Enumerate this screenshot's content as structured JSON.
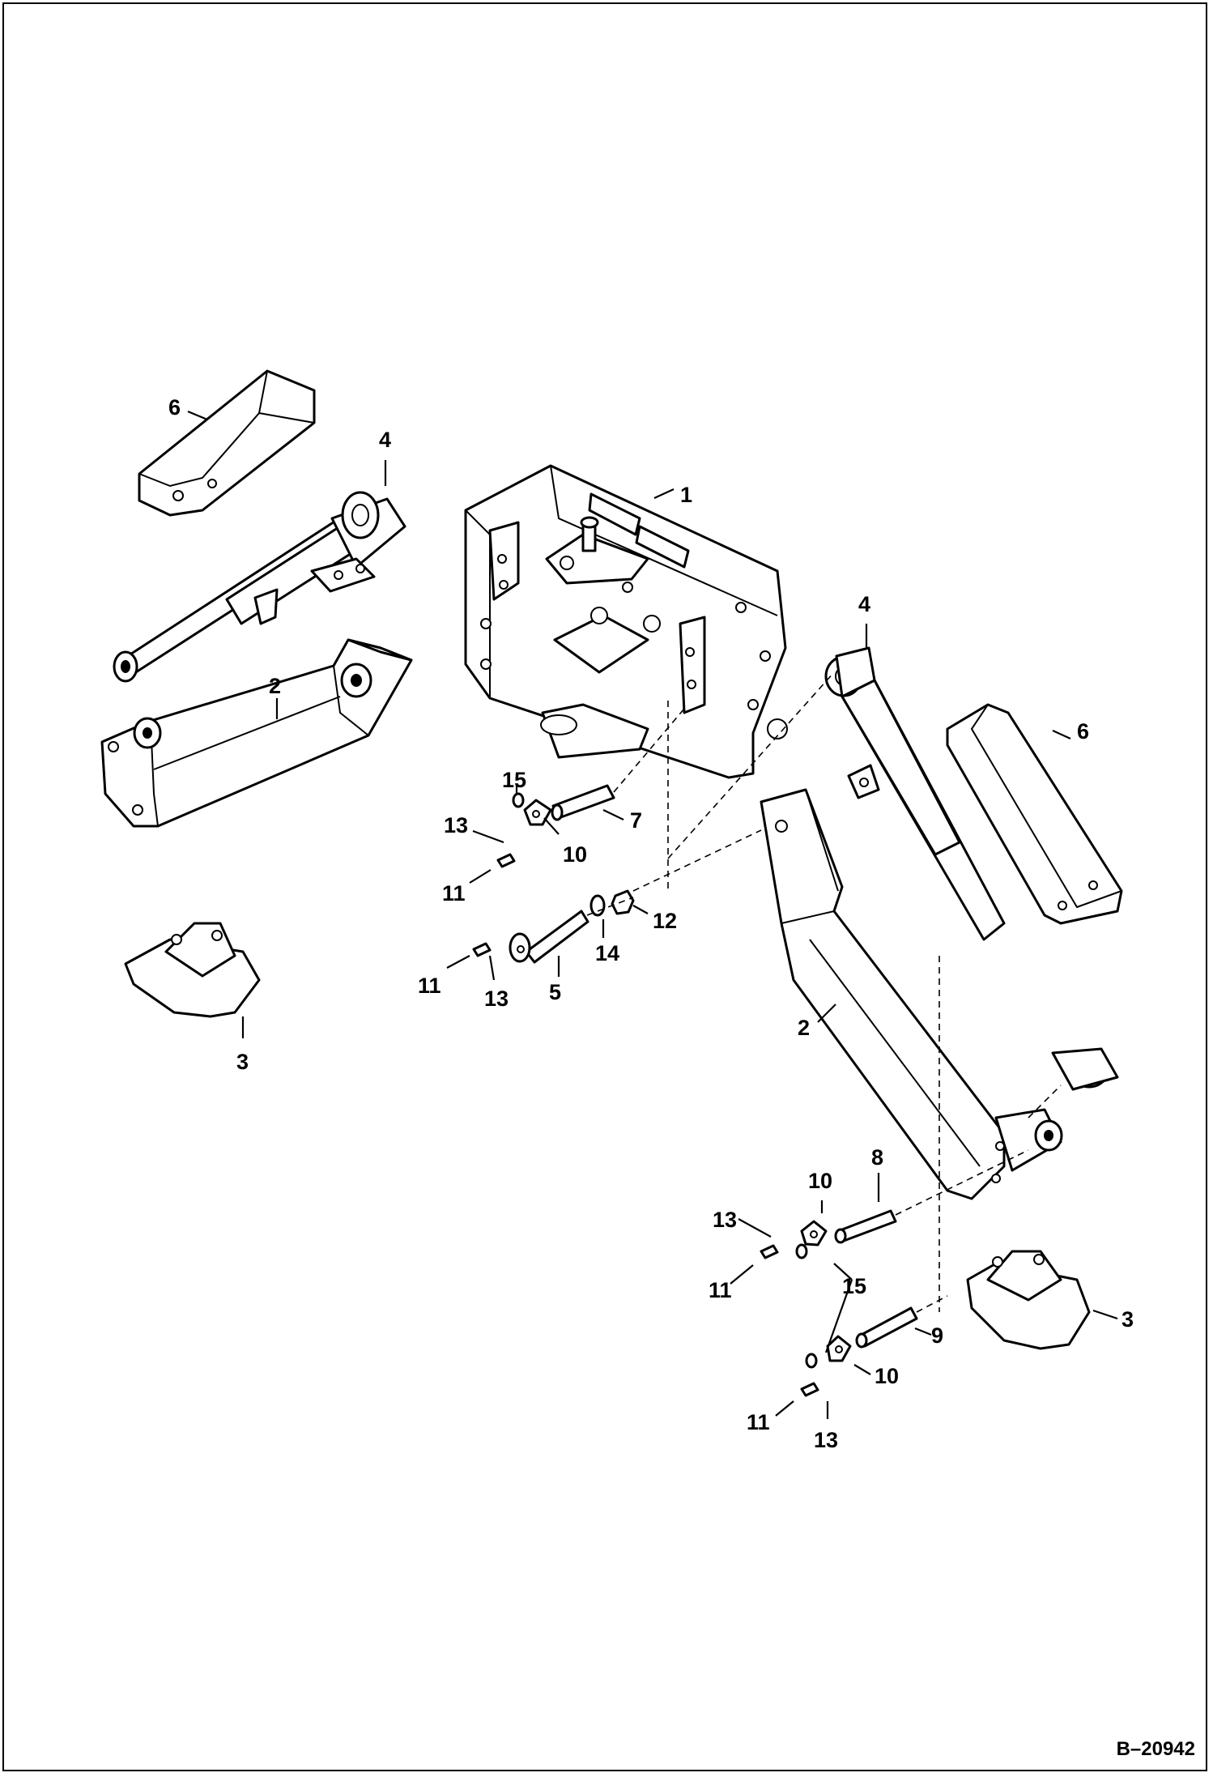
{
  "drawing_number": "B–20942",
  "callouts": [
    {
      "id": "c1",
      "text": "1"
    },
    {
      "id": "c2a",
      "text": "2"
    },
    {
      "id": "c2b",
      "text": "2"
    },
    {
      "id": "c3a",
      "text": "3"
    },
    {
      "id": "c3b",
      "text": "3"
    },
    {
      "id": "c4a",
      "text": "4"
    },
    {
      "id": "c4b",
      "text": "4"
    },
    {
      "id": "c5",
      "text": "5"
    },
    {
      "id": "c6a",
      "text": "6"
    },
    {
      "id": "c6b",
      "text": "6"
    },
    {
      "id": "c7",
      "text": "7"
    },
    {
      "id": "c8",
      "text": "8"
    },
    {
      "id": "c9",
      "text": "9"
    },
    {
      "id": "c10a",
      "text": "10"
    },
    {
      "id": "c10b",
      "text": "10"
    },
    {
      "id": "c10c",
      "text": "10"
    },
    {
      "id": "c11a",
      "text": "11"
    },
    {
      "id": "c11b",
      "text": "11"
    },
    {
      "id": "c11c",
      "text": "11"
    },
    {
      "id": "c11d",
      "text": "11"
    },
    {
      "id": "c12",
      "text": "12"
    },
    {
      "id": "c13a",
      "text": "13"
    },
    {
      "id": "c13b",
      "text": "13"
    },
    {
      "id": "c13c",
      "text": "13"
    },
    {
      "id": "c13d",
      "text": "13"
    },
    {
      "id": "c14",
      "text": "14"
    },
    {
      "id": "c15a",
      "text": "15"
    },
    {
      "id": "c15b",
      "text": "15"
    }
  ]
}
